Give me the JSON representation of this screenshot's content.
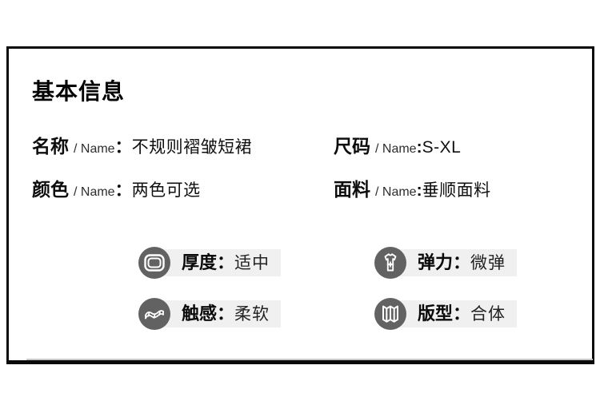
{
  "card": {
    "title": "基本信息",
    "info_rows": [
      {
        "label": "名称",
        "sub": "/ Name",
        "colon": "：",
        "value": "不规则褶皱短裙"
      },
      {
        "label": "尺码",
        "sub": "/ Name",
        "colon": ":",
        "value": "S-XL"
      },
      {
        "label": "颜色",
        "sub": "/ Name",
        "colon": "：",
        "value": "两色可选"
      },
      {
        "label": "面料",
        "sub": "/ Name",
        "colon": ":",
        "value": "垂顺面料"
      }
    ],
    "attributes": [
      {
        "icon": "fabric-thickness-icon",
        "label": "厚度",
        "colon": "：",
        "value": "适中"
      },
      {
        "icon": "elastic-tshirt-icon",
        "label": "弹力",
        "colon": "：",
        "value": "微弹"
      },
      {
        "icon": "soft-touch-fabric-icon",
        "label": "触感",
        "colon": "：",
        "value": "柔软"
      },
      {
        "icon": "fit-pattern-map-icon",
        "label": "版型",
        "colon": "：",
        "value": "合体"
      }
    ],
    "colors": {
      "frame_border": "#0a0a0a",
      "badge_circle": "#626262",
      "badge_background": "#f0f0f0",
      "text_primary": "#0d0d0d",
      "text_secondary": "#2e2e2e",
      "bottom_divider": "#c6c6c6"
    }
  }
}
